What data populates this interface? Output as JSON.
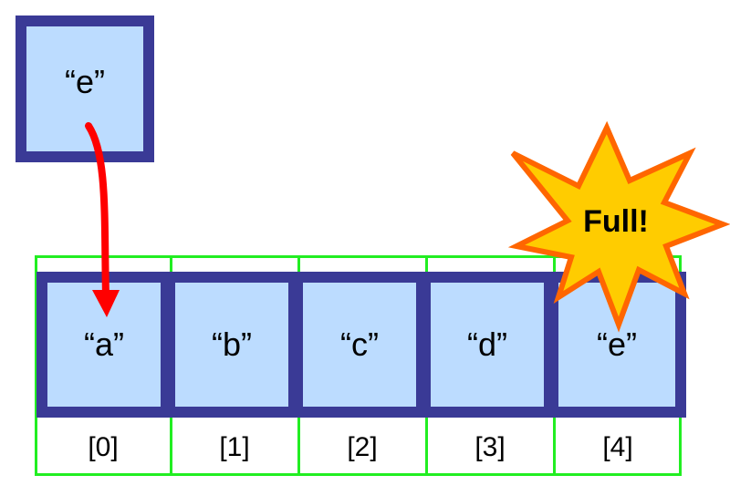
{
  "source": {
    "label": "“e”"
  },
  "array": {
    "cells": [
      {
        "value": "“a”",
        "index": "[0]"
      },
      {
        "value": "“b”",
        "index": "[1]"
      },
      {
        "value": "“c”",
        "index": "[2]"
      },
      {
        "value": "“d”",
        "index": "[3]"
      },
      {
        "value": "“e”",
        "index": "[4]"
      }
    ]
  },
  "burst": {
    "label": "Full!"
  },
  "colors": {
    "cell_fill": "#bcdcff",
    "cell_border": "#3a3a96",
    "grid_outline": "#22ee22",
    "arrow": "#ff0000",
    "burst_fill": "#ffcc00",
    "burst_stroke": "#ff6600"
  }
}
